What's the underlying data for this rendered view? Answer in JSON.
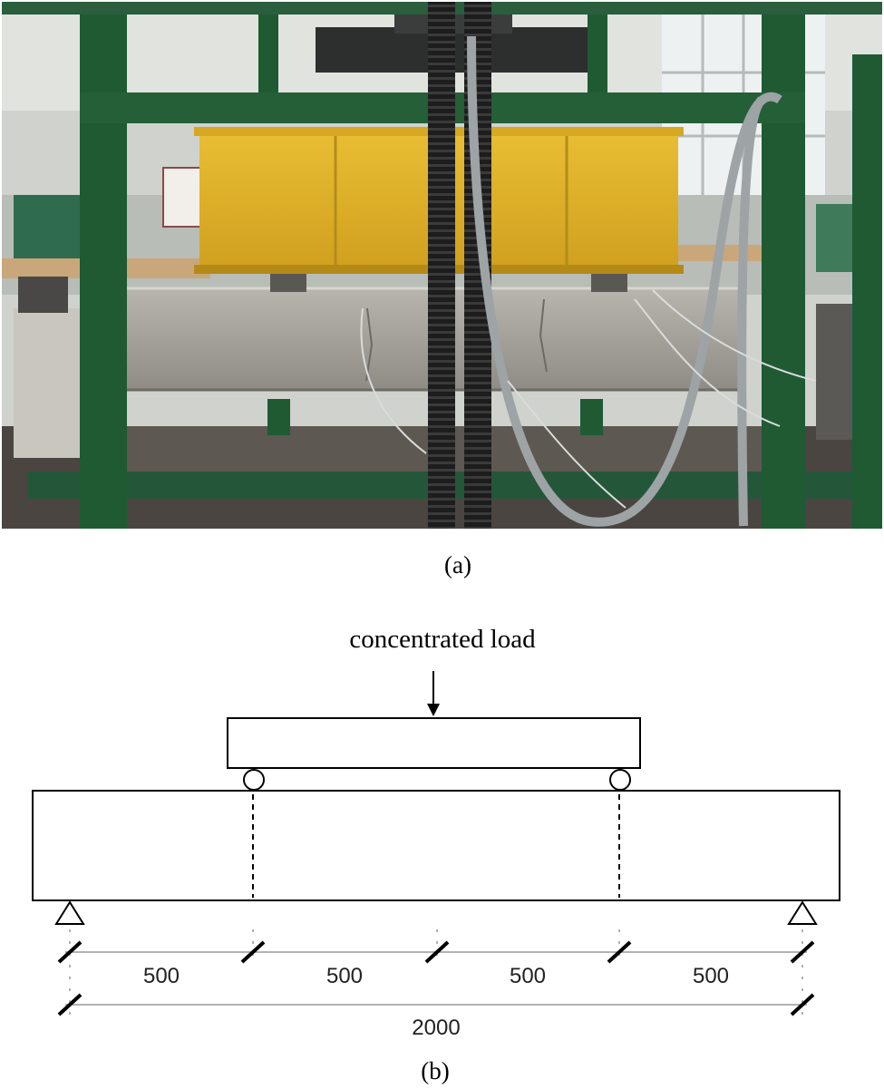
{
  "captions": {
    "photo": "(a)",
    "schematic": "(b)"
  },
  "schematic": {
    "load_label": "concentrated load",
    "dimensions": {
      "spans": [
        "500",
        "500",
        "500",
        "500"
      ],
      "total": "2000"
    }
  },
  "colors": {
    "steel_frame": "#1f5a33",
    "yellow_beam": "#e3b52b",
    "concrete": "#a9a69f",
    "floor": "#4a4540",
    "line": "#000000"
  }
}
